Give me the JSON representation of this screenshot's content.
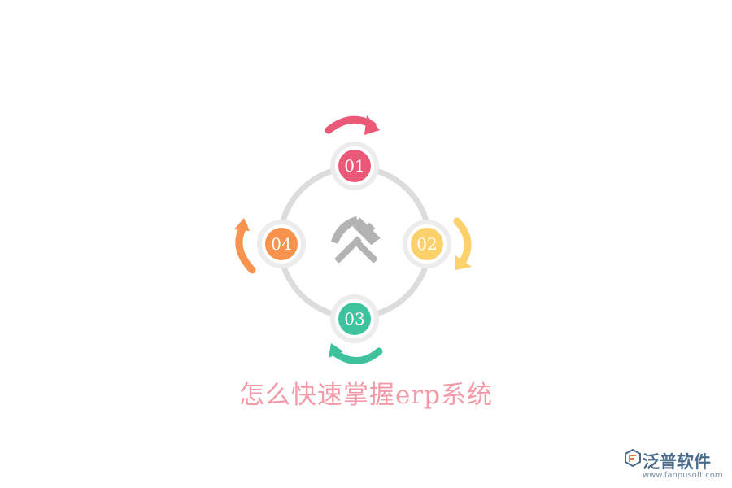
{
  "nodes": [
    {
      "label": "01",
      "color": "#ea5a78"
    },
    {
      "label": "02",
      "color": "#fcd06b"
    },
    {
      "label": "03",
      "color": "#3ec29e"
    },
    {
      "label": "04",
      "color": "#f7934f"
    }
  ],
  "ring_color": "#dcdcdc",
  "node_border_color": "#ececec",
  "center_icon": "hammer-pickaxe-icon",
  "center_icon_color": "#b3b3b3",
  "caption": "怎么快速掌握erp系统",
  "caption_color": "#f29aa8",
  "brand": {
    "name": "泛普软件",
    "url": "www.fanpusoft.com",
    "icon": "fanpu-logo-icon",
    "color": "#4a6b8a"
  }
}
